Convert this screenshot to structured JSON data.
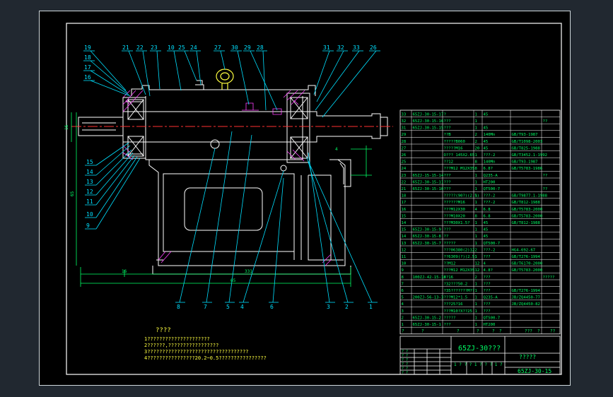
{
  "viewport": {
    "background": "#212830"
  },
  "colors": {
    "border": "#ffffff",
    "geometry": "#ffffff",
    "callouts": "#00e0ff",
    "centerline": "#ff3030",
    "magenta": "#ff40ff",
    "dimension": "#00ff66",
    "yellow": "#ffff40",
    "table_text": "#00ff66"
  },
  "callouts_top": [
    "19",
    "18",
    "17",
    "16",
    "21",
    "22",
    "23",
    "10",
    "25",
    "24",
    "27",
    "30",
    "29",
    "28",
    "31",
    "32",
    "33",
    "26"
  ],
  "callouts_left": [
    "15",
    "14",
    "13",
    "12",
    "11",
    "10",
    "9"
  ],
  "callouts_bottom": [
    "8",
    "7",
    "5",
    "4",
    "6",
    "3",
    "2",
    "1"
  ],
  "dims": {
    "d1": "16",
    "d2": "331",
    "d3": "65",
    "d4": "4"
  },
  "notes": {
    "title": "????",
    "lines": [
      "1?????????????????????",
      "2??????,?????????????????",
      "3??????????????????????????????????",
      "4????????????????20.2~0.5????????????????"
    ]
  },
  "bom": [
    {
      "no": "33",
      "code": "65ZJ-30-15-17",
      "name": "?",
      "qty": "1",
      "mat": "45",
      "std": "",
      "note": ""
    },
    {
      "no": "32",
      "code": "65ZJ-30-15-16",
      "name": "???",
      "qty": "1",
      "mat": "",
      "std": "",
      "note": "??"
    },
    {
      "no": "31",
      "code": "65ZJ-30-15-15",
      "name": "???",
      "qty": "1",
      "mat": "45",
      "std": "",
      "note": ""
    },
    {
      "no": "29",
      "code": "",
      "name": "??B",
      "qty": "2",
      "mat": "140Mn",
      "std": "GB/T93-1987",
      "note": ""
    },
    {
      "no": "28",
      "code": "",
      "name": "?????B060",
      "qty": "2",
      "mat": "45",
      "std": "GB/T1098-2003",
      "note": ""
    },
    {
      "no": "27",
      "code": "",
      "name": "?????M16",
      "qty": "20",
      "mat": "45",
      "std": "GB/T825-1988",
      "note": ""
    },
    {
      "no": "26",
      "code": "",
      "name": "O??? 145X2.65",
      "qty": "1",
      "mat": "???-2",
      "std": "GB/T3452.1-1992",
      "note": ""
    },
    {
      "no": "25",
      "code": "",
      "name": "??12",
      "qty": "8",
      "mat": "140Mn",
      "std": "GB/T93-1987",
      "note": ""
    },
    {
      "no": "24",
      "code": "",
      "name": "???M12 M12X35",
      "qty": "8",
      "mat": "6.8?",
      "std": "GB/T5783-1986",
      "note": ""
    },
    {
      "no": "23",
      "code": "65ZJ-15-15-14",
      "name": "???",
      "qty": "1",
      "mat": "Q235-A",
      "std": "",
      "note": "??"
    },
    {
      "no": "22",
      "code": "65ZJ-30-15-11",
      "name": "???",
      "qty": "1",
      "mat": "HT200",
      "std": "",
      "note": ""
    },
    {
      "no": "21",
      "code": "65ZJ-30-15-10",
      "name": "???",
      "qty": "1",
      "mat": "QT500-7",
      "std": "",
      "note": "??"
    },
    {
      "no": "18",
      "code": "",
      "name": "?????(90?)(2.5)",
      "qty": "1",
      "mat": "???-2",
      "std": "GB/T9877.1-1988",
      "note": ""
    },
    {
      "no": "17",
      "code": "",
      "name": "??????M16",
      "qty": "1",
      "mat": "???-2",
      "std": "GB/T812-1988",
      "note": ""
    },
    {
      "no": "16",
      "code": "",
      "name": "???M12X30",
      "qty": "4",
      "mat": "6.8",
      "std": "GB/T5783-2000",
      "note": ""
    },
    {
      "no": "15",
      "code": "",
      "name": "???M10X20",
      "qty": "8",
      "mat": "6.8",
      "std": "GB/T5783-2000",
      "note": ""
    },
    {
      "no": "14",
      "code": "",
      "name": "???M30X1.5?",
      "qty": "1",
      "mat": "45",
      "std": "GB/T812-1988",
      "note": ""
    },
    {
      "no": "15",
      "code": "65ZJ-30-15-9",
      "name": "???",
      "qty": "1",
      "mat": "45",
      "std": "",
      "note": ""
    },
    {
      "no": "14",
      "code": "65ZJ-30-15-8",
      "name": "??",
      "qty": "1",
      "mat": "45",
      "std": "",
      "note": ""
    },
    {
      "no": "13",
      "code": "65ZJ-30-15-7",
      "name": "?????",
      "qty": "1",
      "mat": "QT500-7",
      "std": "",
      "note": ""
    },
    {
      "no": "12",
      "code": "",
      "name": "???06380(2)12",
      "qty": "2",
      "mat": "???-2",
      "std": "HG4-692-67",
      "note": ""
    },
    {
      "no": "11",
      "code": "",
      "name": "??6309(?)(2.5)",
      "qty": "1",
      "mat": "???",
      "std": "GB/T276-1994",
      "note": ""
    },
    {
      "no": "10",
      "code": "",
      "name": "??M12",
      "qty": "12",
      "mat": "4",
      "std": "GB/T6170-2000",
      "note": ""
    },
    {
      "no": "9",
      "code": "",
      "name": "???M12 M12X35",
      "qty": "12",
      "mat": "4.8?",
      "std": "GB/T5783-2000",
      "note": ""
    },
    {
      "no": "8",
      "code": "100ZJ-42-15-18",
      "name": "??16",
      "qty": "2",
      "mat": "???",
      "std": "",
      "note": "?????"
    },
    {
      "no": "7",
      "code": "",
      "name": "?32???50.2",
      "qty": "1",
      "mat": "???",
      "std": "",
      "note": ""
    },
    {
      "no": "6",
      "code": "",
      "name": "?35???????M??",
      "qty": "1",
      "mat": "???",
      "std": "GB/T276-1994",
      "note": ""
    },
    {
      "no": "5",
      "code": "200ZJ-56-13-3",
      "name": "???M12*1.5",
      "qty": "1",
      "mat": "Q235-A",
      "std": "JB/ZQ4450-77",
      "note": ""
    },
    {
      "no": "4",
      "code": "",
      "name": "???25?16",
      "qty": "1",
      "mat": "???",
      "std": "JB/ZQ4450-82",
      "note": ""
    },
    {
      "no": "3",
      "code": "",
      "name": "???M10?X??25",
      "qty": "1",
      "mat": "???",
      "std": "",
      "note": ""
    },
    {
      "no": "2",
      "code": "65ZJ-30-15-2",
      "name": "?????",
      "qty": "1",
      "mat": "QT500-7",
      "std": "",
      "note": ""
    },
    {
      "no": "1",
      "code": "65ZJ-30-15-1",
      "name": "???",
      "qty": "1",
      "mat": "HT200",
      "std": "",
      "note": ""
    }
  ],
  "bom_header": [
    "?",
    "?",
    "?",
    "?",
    "?",
    "?",
    "???",
    "?",
    "??"
  ],
  "title_block": {
    "drawing_name": "65ZJ-30???",
    "company": "?????",
    "drawing_no": "65ZJ-30-15",
    "scale_row": "1 ? ? ?   1 ? ? ?   1 ?",
    "left_cells": [
      "? ?",
      "? ?",
      "? ?",
      "? ?",
      "? ?",
      "? ?"
    ]
  }
}
